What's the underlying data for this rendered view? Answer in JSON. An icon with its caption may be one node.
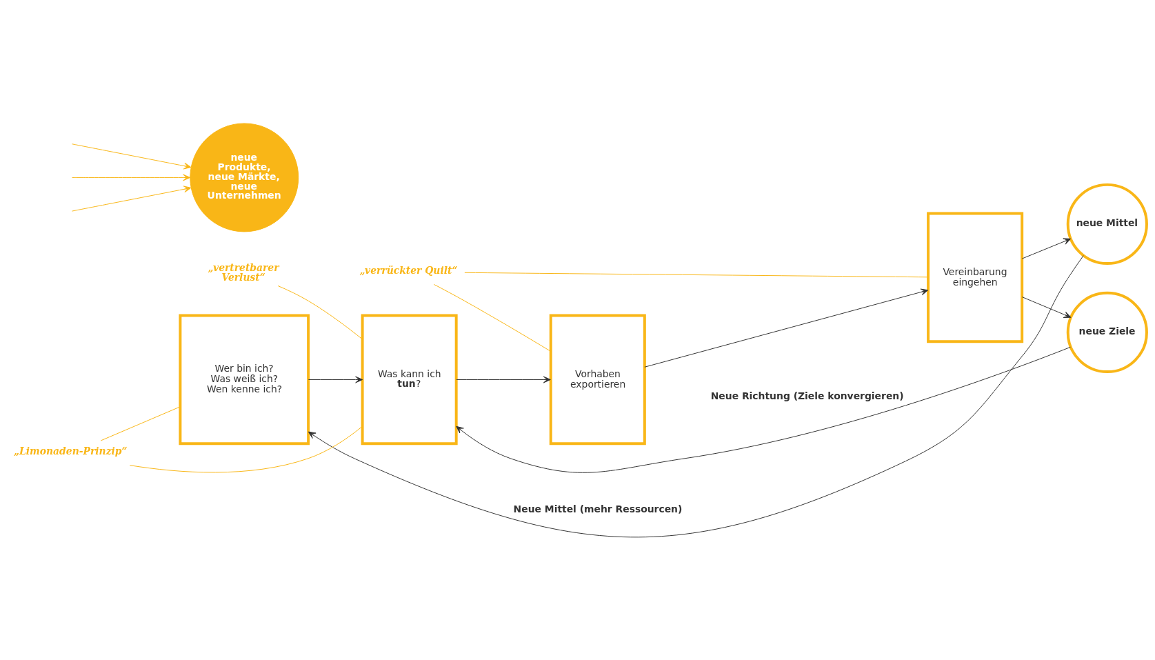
{
  "diagram": {
    "nodes": [
      {
        "text": [
          "Wer bin ich? Was weiß ich? Wen kenne ich?"
        ]
      },
      {
        "text": [
          "Was kann ich **tun**?"
        ]
      },
      {
        "text": [
          "Vorhaben exportieren"
        ]
      },
      {
        "text": [
          "Vereinbarung eingehen"
        ]
      },
      {
        "text": [
          "neue Mittel"
        ]
      },
      {
        "text": [
          "neue Ziele"
        ]
      },
      {
        "text": [
          "neue Produkte, neue Märkte, neue Unternehmen"
        ]
      },
      {
        "text": [
          "„vertretbarer Verlust“"
        ]
      },
      {
        "text": [
          "„verrückter Quilt“"
        ]
      },
      {
        "text": [
          "„Limonaden-Prinzip“"
        ]
      }
    ],
    "edges": [
      {
        "from": 0,
        "to": 1,
        "arrow": "to",
        "color": "#333333"
      },
      {
        "from": 1,
        "to": 2,
        "arrow": "to",
        "color": "#333333"
      },
      {
        "from": 2,
        "to": 3,
        "arrow": "to",
        "color": "#333333"
      },
      {
        "from": 3,
        "to": 4,
        "arrow": "to",
        "color": "#333333"
      },
      {
        "from": 3,
        "to": 5,
        "arrow": "to",
        "color": "#333333"
      },
      {
        "from": 4,
        "to": 0,
        "arrow": "to",
        "label": "Neue Mittel (mehr Ressourcen)",
        "color": "#333333"
      },
      {
        "from": 5,
        "to": 1,
        "arrow": "to",
        "label": "Neue Richtung (Ziele konvergieren)",
        "color": "#333333"
      },
      {
        "from": null,
        "to": 6,
        "arrow": "to",
        "color": "#f9b617"
      },
      {
        "from": null,
        "to": 6,
        "arrow": "to",
        "color": "#f9b617"
      },
      {
        "from": null,
        "to": 6,
        "arrow": "to",
        "color": "#f9b617"
      },
      {
        "from": 7,
        "to": 1,
        "arrow": "none",
        "color": "#f9b617"
      },
      {
        "from": 8,
        "to": 2,
        "arrow": "none",
        "color": "#f9b617"
      },
      {
        "from": 8,
        "to": 3,
        "arrow": "none",
        "color": "#f9b617"
      },
      {
        "from": 9,
        "to": 0,
        "arrow": "none",
        "color": "#f9b617"
      },
      {
        "from": 9,
        "to": 1,
        "arrow": "none",
        "color": "#f9b617"
      }
    ]
  }
}
